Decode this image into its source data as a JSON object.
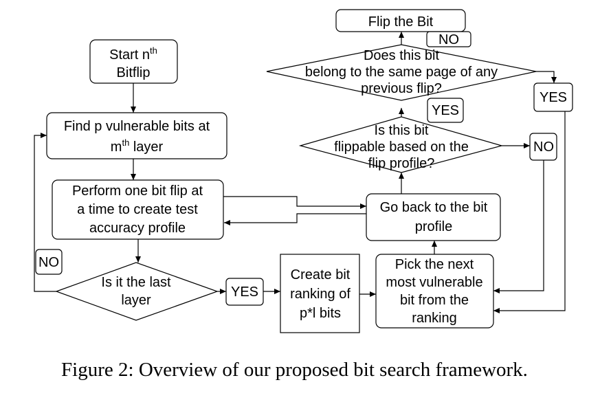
{
  "nodes": {
    "start": {
      "line1_prefix": "Start n",
      "line1_sup": "th",
      "line2": "Bitflip"
    },
    "find": {
      "line1": "Find p vulnerable bits at",
      "line2_prefix": "m",
      "line2_sup": "th",
      "line2_suffix": " layer"
    },
    "perform": {
      "line1": "Perform one bit flip at",
      "line2": "a time to create test",
      "line3": "accuracy profile"
    },
    "last_layer": {
      "line1": "Is it the last",
      "line2": "layer"
    },
    "create_ranking": {
      "line1": "Create bit",
      "line2": "ranking of",
      "line3": "p*l bits"
    },
    "pick_next": {
      "line1": "Pick the next",
      "line2": "most vulnerable",
      "line3": "bit from the",
      "line4": "ranking"
    },
    "go_back": {
      "line1": "Go back to the bit",
      "line2": "profile"
    },
    "flippable": {
      "line1": "Is this bit",
      "line2": "flippable based on the",
      "line3": "flip profile?"
    },
    "same_page": {
      "line1": "Does this bit",
      "line2": "belong to the same page of any",
      "line3": "previous flip?"
    },
    "flip": {
      "line1": "Flip the Bit"
    }
  },
  "edge_labels": {
    "no_last_layer": "NO",
    "yes_last_layer": "YES",
    "yes_flippable": "YES",
    "no_flippable": "NO",
    "no_same_page": "NO",
    "yes_same_page": "YES"
  },
  "caption": "Figure 2: Overview of our proposed bit search framework."
}
